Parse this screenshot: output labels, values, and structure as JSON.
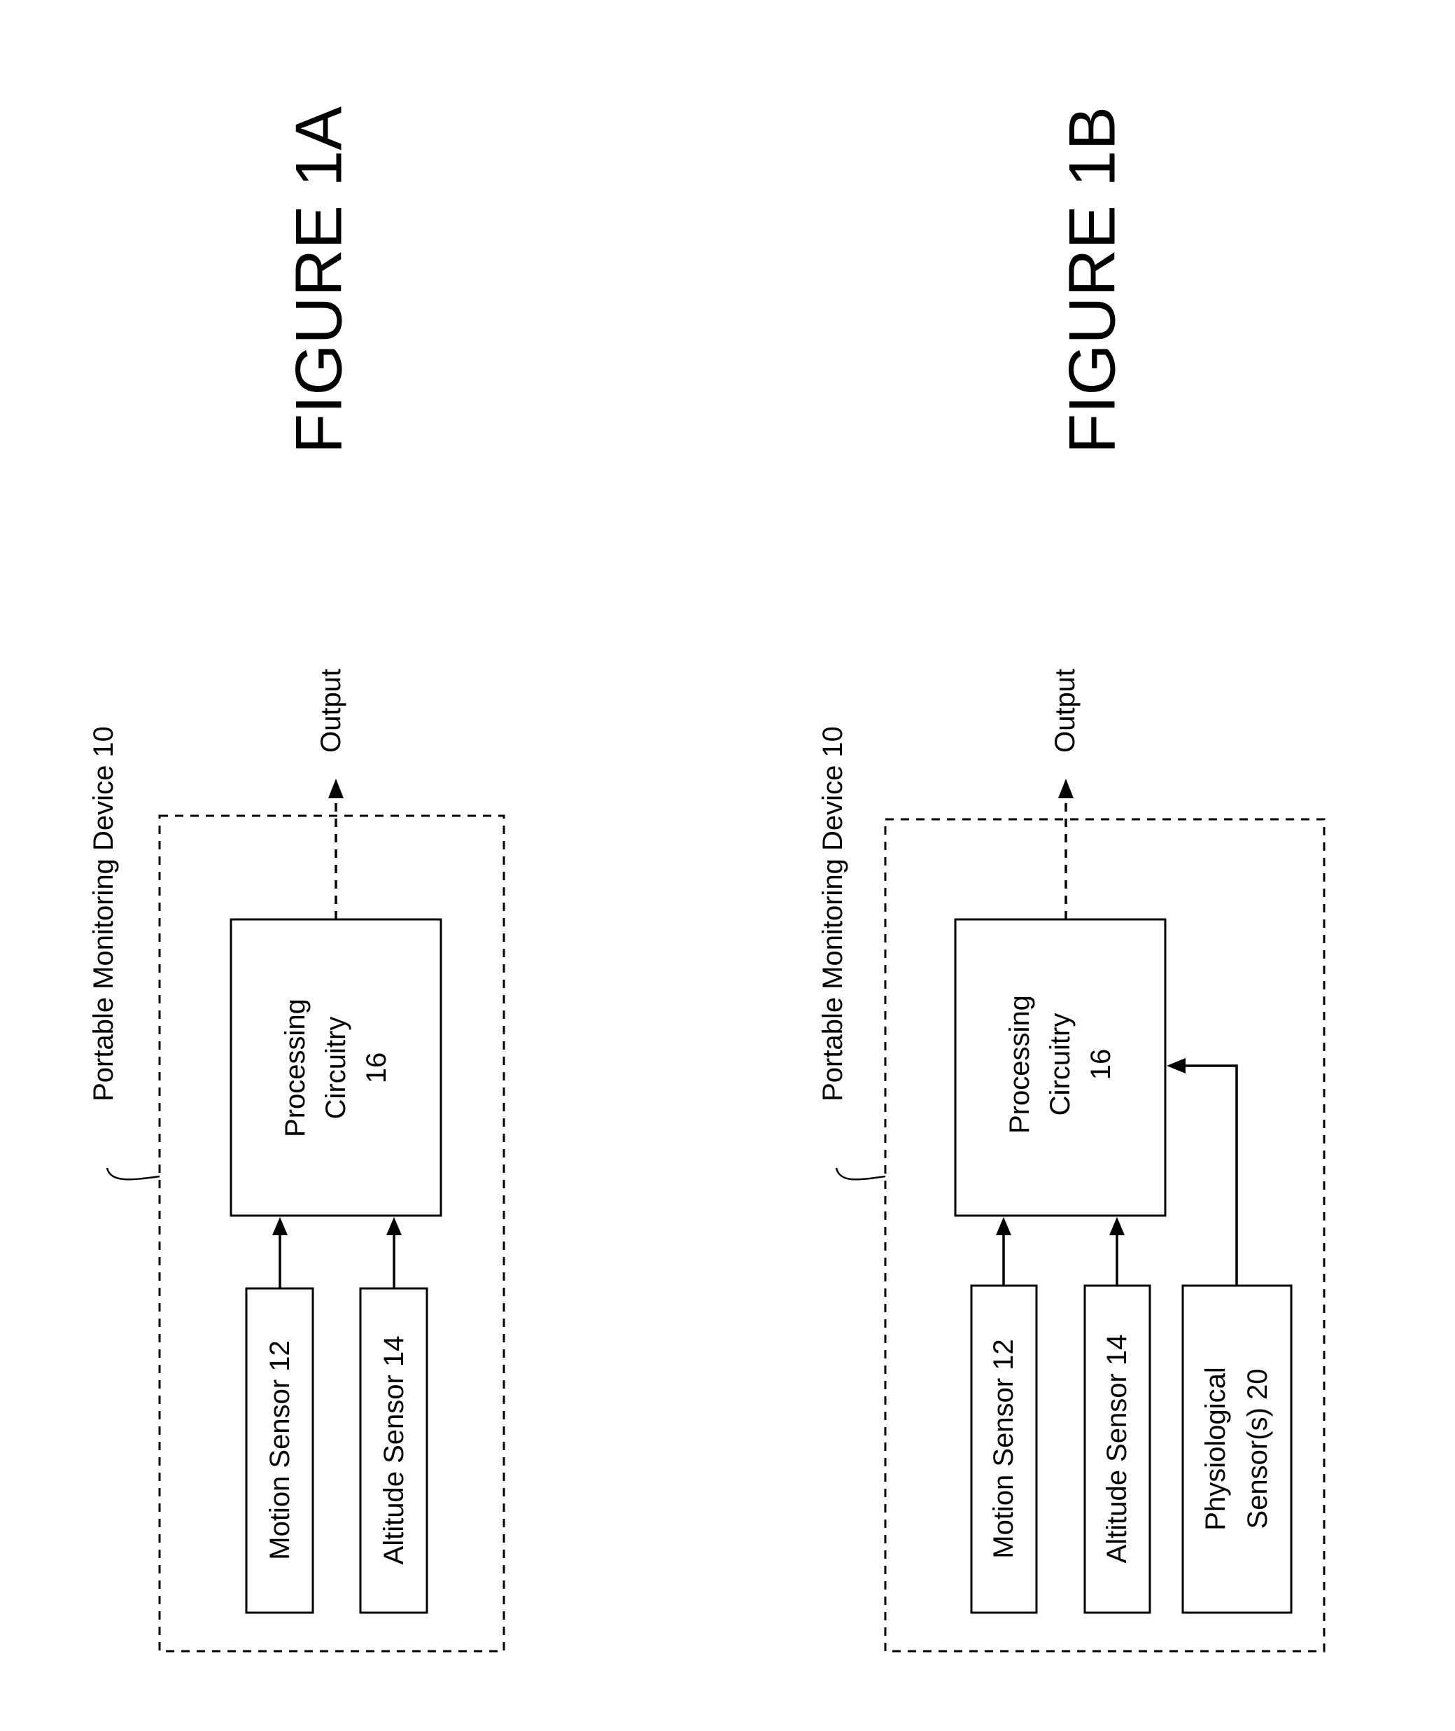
{
  "figures": [
    {
      "id": "1A",
      "title": "FIGURE 1A",
      "device_label": "Portable Monitoring Device 10",
      "output_label": "Output",
      "processor": [
        "Processing",
        "Circuitry",
        "16"
      ],
      "sensors": [
        {
          "id": "motion",
          "lines": [
            "Motion Sensor 12"
          ]
        },
        {
          "id": "altitude",
          "lines": [
            "Altitude Sensor 14"
          ]
        }
      ]
    },
    {
      "id": "1B",
      "title": "FIGURE 1B",
      "device_label": "Portable Monitoring Device 10",
      "output_label": "Output",
      "processor": [
        "Processing",
        "Circuitry",
        "16"
      ],
      "sensors": [
        {
          "id": "motion",
          "lines": [
            "Motion Sensor 12"
          ]
        },
        {
          "id": "altitude",
          "lines": [
            "Altitude Sensor 14"
          ]
        },
        {
          "id": "physiological",
          "lines": [
            "Physiological",
            "Sensor(s) 20"
          ]
        }
      ]
    }
  ]
}
